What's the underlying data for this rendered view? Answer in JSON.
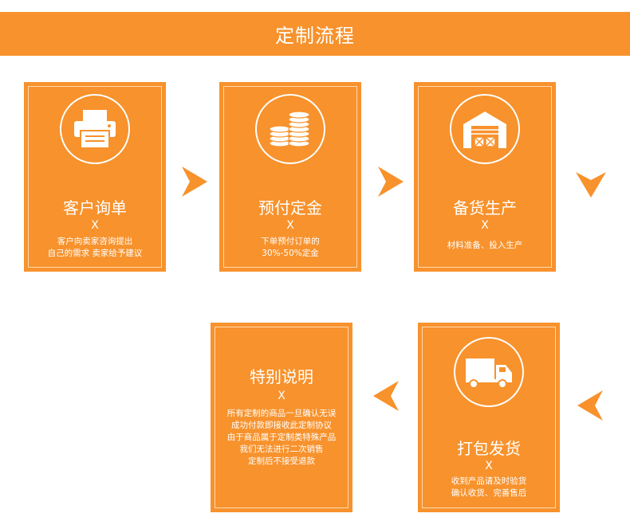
{
  "header": {
    "title": "定制流程"
  },
  "steps": [
    {
      "title": "客户询单",
      "mark": "X",
      "desc": "客户向卖家咨询提出\n自己的需求 卖家给予建议",
      "icon": "printer-icon"
    },
    {
      "title": "预付定金",
      "mark": "X",
      "desc": "下单预付订单的\n30%-50%定金",
      "icon": "coins-icon"
    },
    {
      "title": "备货生产",
      "mark": "X",
      "desc": "材料准备、投入生产",
      "icon": "warehouse-icon"
    },
    {
      "title": "特别说明",
      "mark": "X",
      "desc": "所有定制的商品一旦确认无误\n成功付款即接收此定制协议\n由于商品属于定制类特殊产品\n我们无法进行二次销售\n定制后不接受退款"
    },
    {
      "title": "打包发货",
      "mark": "X",
      "desc": "收到产品请及时验货\n确认收货、完善售后",
      "icon": "truck-icon"
    }
  ],
  "colors": {
    "accent": "#f7922c",
    "text": "#ffffff"
  }
}
